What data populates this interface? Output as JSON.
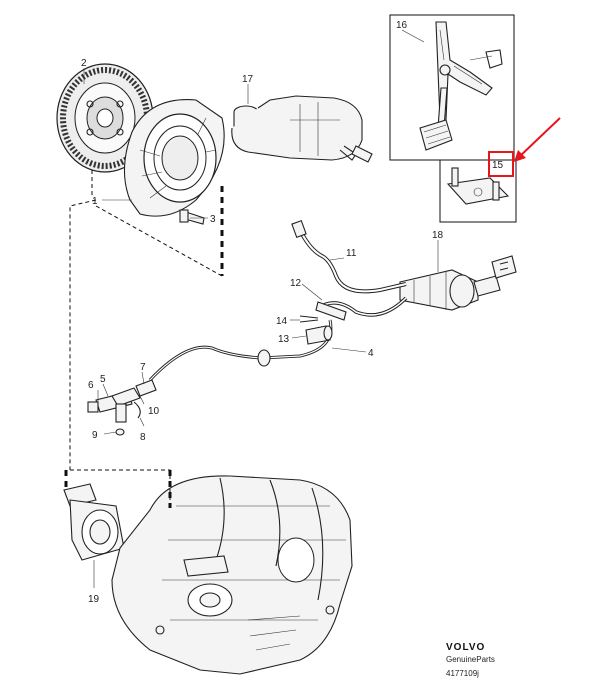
{
  "labels": {
    "l1": "1",
    "l2": "2",
    "l3": "3",
    "l4": "4",
    "l5": "5",
    "l6": "6",
    "l7": "7",
    "l8": "8",
    "l9": "9",
    "l10": "10",
    "l11": "11",
    "l12": "12",
    "l13": "13",
    "l14": "14",
    "l15": "15",
    "l16": "16",
    "l17": "17",
    "l18": "18",
    "l19": "19"
  },
  "brand": {
    "name": "VOLVO",
    "sub": "GenuineParts",
    "code": "4177109j"
  },
  "colors": {
    "highlight": "#e8141b",
    "line": "#222222"
  }
}
